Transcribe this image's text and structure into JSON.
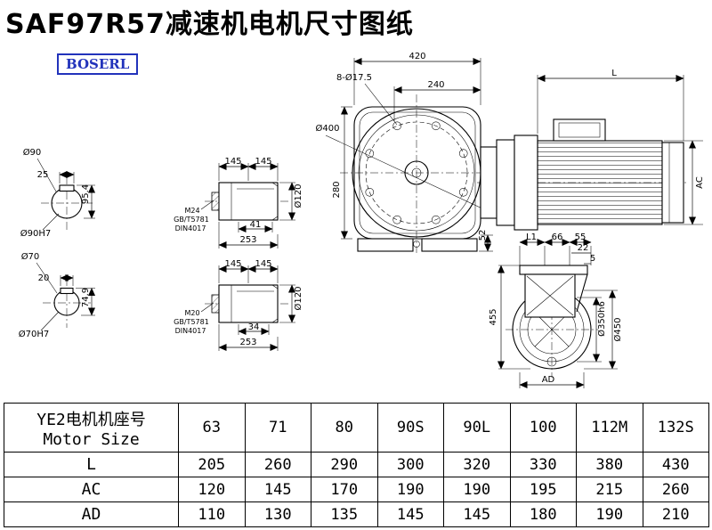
{
  "title": "SAF97R57减速机电机尺寸图纸",
  "logo": "BOSERL",
  "drawing": {
    "front": {
      "width": "420",
      "bolts": "8-Ø17.5",
      "inner": "240",
      "dia": "Ø400",
      "height": "280",
      "foot": "52"
    },
    "motor": {
      "length": "L",
      "ac": "AC"
    },
    "flange": {
      "l1": "L1",
      "d66": "66",
      "d55": "55",
      "d22": "22",
      "d5": "5",
      "h455": "455",
      "d350": "Ø350h6",
      "d450": "Ø450",
      "ad": "AD"
    },
    "shaft_a": {
      "dia": "Ø90",
      "key": "25",
      "height": "95.4",
      "fit": "Ø90H7"
    },
    "shaft_b": {
      "dia": "Ø70",
      "key": "20",
      "height": "74.9",
      "fit": "Ø70H7"
    },
    "shaft_a_side": {
      "seg1": "145",
      "seg2": "145",
      "dia": "Ø120",
      "thread": "M24",
      "std1": "GB/T5781",
      "std2": "DIN4017",
      "key": "41",
      "len": "253"
    },
    "shaft_b_side": {
      "seg1": "145",
      "seg2": "145",
      "dia": "Ø120",
      "thread": "M20",
      "std1": "GB/T5781",
      "std2": "DIN4017",
      "key": "34",
      "len": "253"
    }
  },
  "table": {
    "header_cn": "YE2电机机座号",
    "header_en": "Motor Size",
    "sizes": [
      "63",
      "71",
      "80",
      "90S",
      "90L",
      "100",
      "112M",
      "132S"
    ],
    "rows": [
      {
        "label": "L",
        "values": [
          "205",
          "260",
          "290",
          "300",
          "320",
          "330",
          "380",
          "430"
        ]
      },
      {
        "label": "AC",
        "values": [
          "120",
          "145",
          "170",
          "190",
          "190",
          "195",
          "215",
          "260"
        ]
      },
      {
        "label": "AD",
        "values": [
          "110",
          "130",
          "135",
          "145",
          "145",
          "180",
          "190",
          "210"
        ]
      }
    ]
  }
}
